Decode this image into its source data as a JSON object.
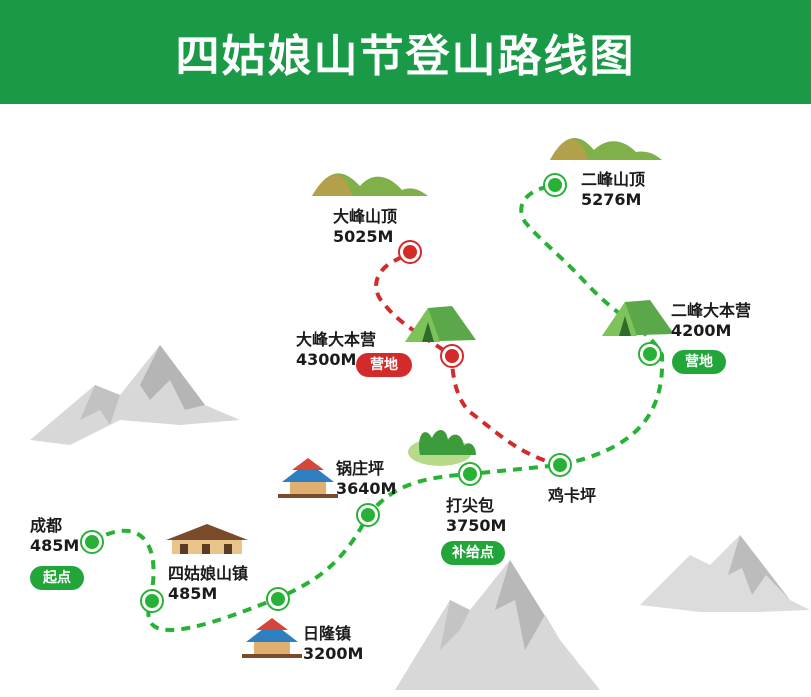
{
  "title": "四姑娘山节登山路线图",
  "colors": {
    "header": "#1a9a47",
    "route_green": "#27b236",
    "route_red": "#d42a2a"
  },
  "points": {
    "chengdu": {
      "name": "成都",
      "altitude": "485M",
      "badge": "起点"
    },
    "siguniang_town": {
      "name": "四姑娘山镇",
      "altitude": "485M"
    },
    "rilong": {
      "name": "日隆镇",
      "altitude": "3200M"
    },
    "guozhuangping": {
      "name": "锅庄坪",
      "altitude": "3640M"
    },
    "dajianbao": {
      "name": "打尖包",
      "altitude": "3750M",
      "badge": "补给点"
    },
    "jikaping": {
      "name": "鸡卡坪"
    },
    "dafeng_camp": {
      "name": "大峰大本营",
      "altitude": "4300M",
      "badge": "营地"
    },
    "dafeng_peak": {
      "name": "大峰山顶",
      "altitude": "5025M"
    },
    "erfeng_camp": {
      "name": "二峰大本营",
      "altitude": "4200M",
      "badge": "营地"
    },
    "erfeng_peak": {
      "name": "二峰山顶",
      "altitude": "5276M"
    }
  }
}
